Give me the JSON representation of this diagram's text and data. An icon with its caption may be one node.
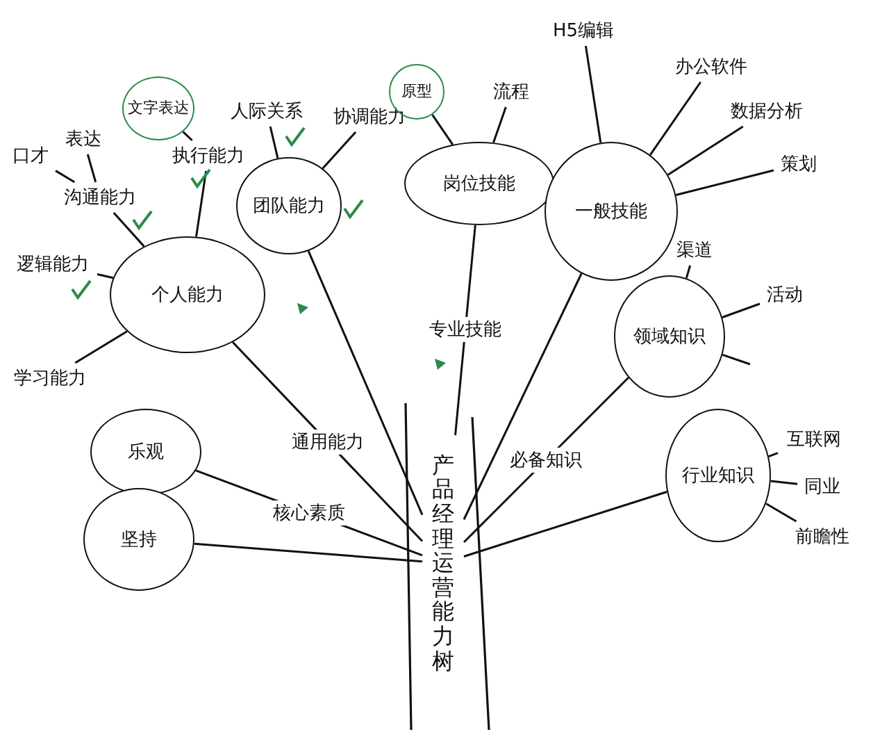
{
  "diagram": {
    "nodes": [
      {
        "text": [
          "产品经理运营能力树"
        ]
      },
      {
        "text": [
          "个人能力"
        ]
      },
      {
        "text": [
          "团队能力"
        ]
      },
      {
        "text": [
          "岗位技能"
        ]
      },
      {
        "text": [
          "一般技能"
        ]
      },
      {
        "text": [
          "领域知识"
        ]
      },
      {
        "text": [
          "行业知识"
        ]
      },
      {
        "text": [
          "乐观"
        ]
      },
      {
        "text": [
          "坚持"
        ]
      },
      {
        "text": [
          "逻辑能力"
        ]
      },
      {
        "text": [
          "学习能力"
        ]
      },
      {
        "text": [
          "沟通能力"
        ]
      },
      {
        "text": [
          "口才"
        ]
      },
      {
        "text": [
          "表达"
        ]
      },
      {
        "text": [
          "文字表达"
        ]
      },
      {
        "text": [
          "执行能力"
        ]
      },
      {
        "text": [
          "人际关系"
        ]
      },
      {
        "text": [
          "协调能力"
        ]
      },
      {
        "text": [
          "原型"
        ]
      },
      {
        "text": [
          "流程"
        ]
      },
      {
        "text": [
          "H5编辑"
        ]
      },
      {
        "text": [
          "办公软件"
        ]
      },
      {
        "text": [
          "数据分析"
        ]
      },
      {
        "text": [
          "策划"
        ]
      },
      {
        "text": [
          "渠道"
        ]
      },
      {
        "text": [
          "活动"
        ]
      },
      {
        "text": [
          "互联网"
        ]
      },
      {
        "text": [
          "同业"
        ]
      },
      {
        "text": [
          "前瞻性"
        ]
      }
    ],
    "edges": [
      {
        "from": 0,
        "to": 1,
        "arrow": "none",
        "label": "通用能力"
      },
      {
        "from": 0,
        "to": 2,
        "arrow": "none"
      },
      {
        "from": 0,
        "to": 3,
        "arrow": "none",
        "label": "专业技能"
      },
      {
        "from": 0,
        "to": 4,
        "arrow": "none"
      },
      {
        "from": 0,
        "to": 5,
        "arrow": "none",
        "label": "必备知识"
      },
      {
        "from": 0,
        "to": 6,
        "arrow": "none"
      },
      {
        "from": 0,
        "to": 7,
        "arrow": "none",
        "label": "核心素质"
      },
      {
        "from": 0,
        "to": 8,
        "arrow": "none"
      },
      {
        "from": 1,
        "to": 9,
        "arrow": "none"
      },
      {
        "from": 1,
        "to": 10,
        "arrow": "none"
      },
      {
        "from": 1,
        "to": 11,
        "arrow": "none"
      },
      {
        "from": 11,
        "to": 12,
        "arrow": "none"
      },
      {
        "from": 11,
        "to": 13,
        "arrow": "none"
      },
      {
        "from": 1,
        "to": 15,
        "arrow": "none"
      },
      {
        "from": 15,
        "to": 14,
        "arrow": "none"
      },
      {
        "from": 2,
        "to": 16,
        "arrow": "none"
      },
      {
        "from": 2,
        "to": 17,
        "arrow": "none"
      },
      {
        "from": 3,
        "to": 18,
        "arrow": "none"
      },
      {
        "from": 3,
        "to": 19,
        "arrow": "none"
      },
      {
        "from": 4,
        "to": 20,
        "arrow": "none"
      },
      {
        "from": 4,
        "to": 21,
        "arrow": "none"
      },
      {
        "from": 4,
        "to": 22,
        "arrow": "none"
      },
      {
        "from": 4,
        "to": 23,
        "arrow": "none"
      },
      {
        "from": 5,
        "to": 24,
        "arrow": "none"
      },
      {
        "from": 5,
        "to": 25,
        "arrow": "none"
      },
      {
        "from": 5,
        "to": null,
        "arrow": "none"
      },
      {
        "from": 6,
        "to": 26,
        "arrow": "none"
      },
      {
        "from": 6,
        "to": 27,
        "arrow": "none"
      },
      {
        "from": 6,
        "to": 28,
        "arrow": "none"
      }
    ]
  }
}
